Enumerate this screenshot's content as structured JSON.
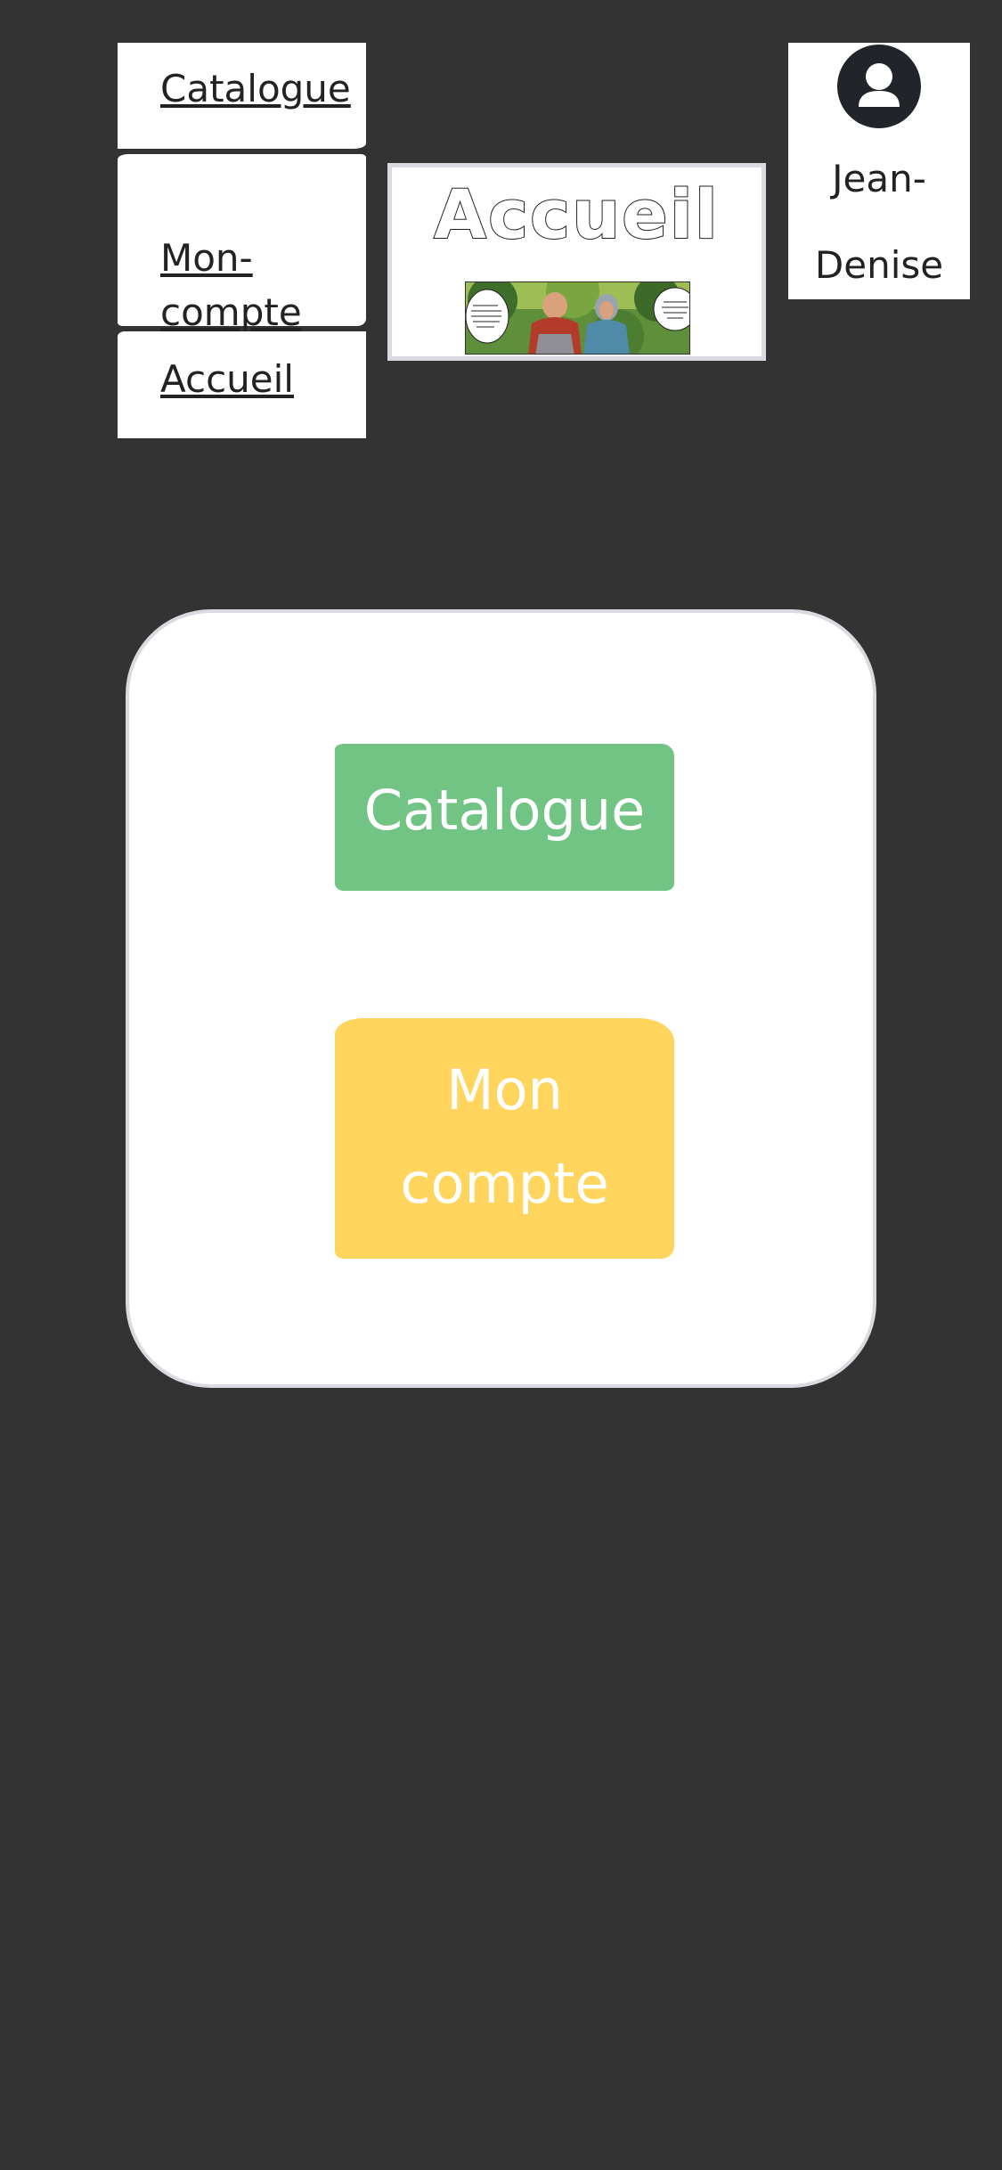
{
  "nav": {
    "catalogue": "Catalogue",
    "account": "Mon-\ncompte",
    "accueil": "Accueil"
  },
  "banner": {
    "title": "Accueil"
  },
  "user": {
    "name": "Jean-\nDenise"
  },
  "main": {
    "catalogue_button": "Catalogue",
    "account_button": "Mon\ncompte"
  },
  "colors": {
    "background": "#333333",
    "catalogue_green": "#72c485",
    "account_yellow": "#ffd55d",
    "avatar_dark": "#212529"
  },
  "icons": {
    "avatar": "user-circle-icon",
    "banner_image": "comic-panel-image"
  }
}
